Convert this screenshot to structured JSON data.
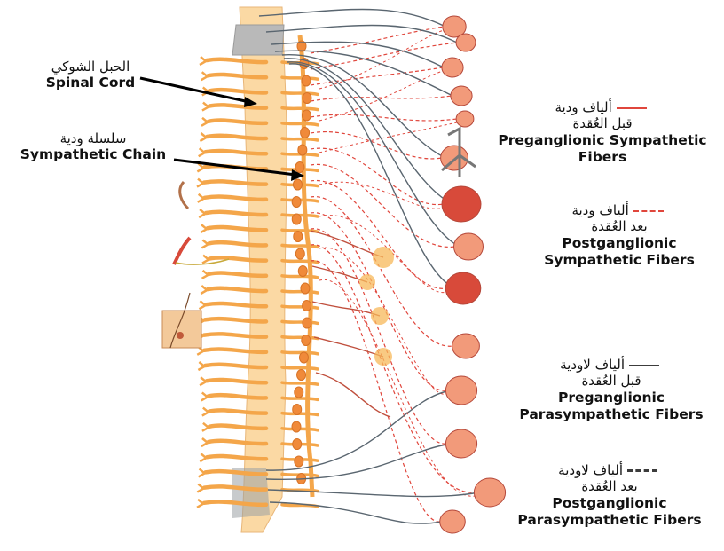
{
  "labels": {
    "spinal_cord": {
      "ar": "الحبل الشوكي",
      "en": "Spinal Cord"
    },
    "sympathetic_chain": {
      "ar": "سلسلة ودية",
      "en": "Sympathetic Chain"
    }
  },
  "legend": [
    {
      "ar1": "ألياف ودية",
      "ar2": "قبل العُقدة",
      "en1": "Preganglionic Sympathetic",
      "en2": "Fibers",
      "color": "#e0463c",
      "style": "solid"
    },
    {
      "ar1": "ألياف ودية",
      "ar2": "بعد العُقدة",
      "en1": "Postganglionic",
      "en2": "Sympathetic Fibers",
      "color": "#e0463c",
      "style": "dashed"
    },
    {
      "ar1": "ألياف لاودية",
      "ar2": "قبل العُقدة",
      "en1": "Preganglionic",
      "en2": "Parasympathetic Fibers",
      "color": "#3c3c3c",
      "style": "solid"
    },
    {
      "ar1": "ألياف لاودية",
      "ar2": "بعد العُقدة",
      "en1": "Postganglionic",
      "en2": "Parasympathetic Fibers",
      "color": "#3c3c3c",
      "style": "dashed"
    }
  ],
  "colors": {
    "nerve_orange": "#f4a64a",
    "nerve_light": "#fbd9a4",
    "sympathetic_red": "#e0463c",
    "parasympathetic_gray": "#5a6670",
    "organ_pink": "#f29a7a",
    "organ_red": "#d84a3a"
  }
}
